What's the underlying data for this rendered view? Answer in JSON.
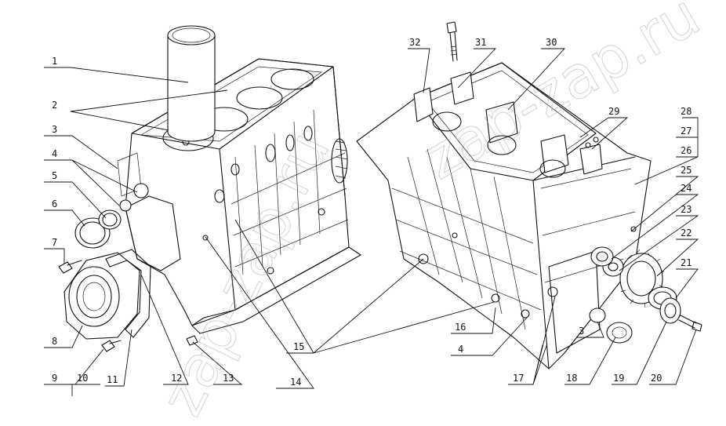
{
  "labels": {
    "l1": "1",
    "l2": "2",
    "l3": "3",
    "l4a": "4",
    "l5": "5",
    "l6": "6",
    "l7": "7",
    "l8": "8",
    "l9": "9",
    "l10": "10",
    "l11": "11",
    "l12": "12",
    "l13": "13",
    "l14": "14",
    "l15": "15",
    "l16": "16",
    "l4b": "4",
    "l3b": "3",
    "l17": "17",
    "l18": "18",
    "l19": "19",
    "l20": "20",
    "l21": "21",
    "l22": "22",
    "l23": "23",
    "l24": "24",
    "l25": "25",
    "l26": "26",
    "l27": "27",
    "l28": "28",
    "l29": "29",
    "l30": "30",
    "l31": "31",
    "l32": "32"
  },
  "watermark": "zap-zap.ru"
}
